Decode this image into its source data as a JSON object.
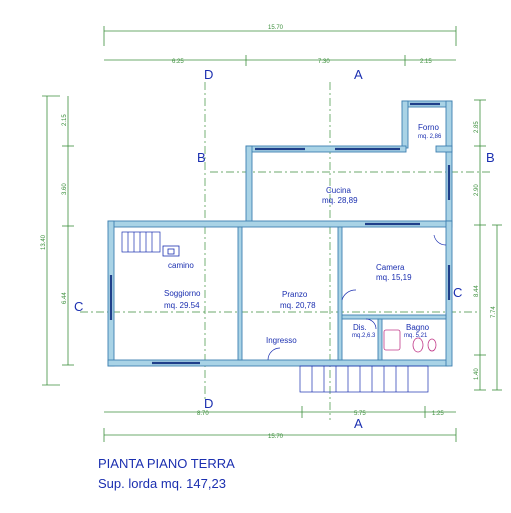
{
  "dimensions": {
    "top_total": "15.70",
    "top_left": "6.25",
    "top_mid": "7.30",
    "top_right": "2.15",
    "bottom_left": "8.70",
    "bottom_mid": "5.75",
    "bottom_right": "1.25",
    "bottom_total": "15.70",
    "left_total": "13.40",
    "left_top": "2.15",
    "left_mid": "3.60",
    "left_bottom": "6.44",
    "right_top": "2.85",
    "right_mid": "2.90",
    "right_low": "8.44",
    "right_low2": "7.74",
    "right_bottom": "1.40"
  },
  "rooms": {
    "forno_name": "Forno",
    "forno_area": "mq. 2,86",
    "cucina_name": "Cucina",
    "cucina_area": "mq. 28,89",
    "camera_name": "Camera",
    "camera_area": "mq. 15,19",
    "soggiorno_name": "Soggiorno",
    "soggiorno_area": "mq. 29.54",
    "pranzo_name": "Pranzo",
    "pranzo_area": "mq. 20,78",
    "ingresso_name": "Ingresso",
    "dis_name": "Dis.",
    "dis_area": "mq.2,6.3",
    "bagno_name": "Bagno",
    "bagno_area": "mq. 5,21",
    "camino_label": "camino"
  },
  "sections": {
    "a": "A",
    "b": "B",
    "c": "C",
    "d": "D"
  },
  "caption": {
    "title": "PIANTA PIANO TERRA",
    "subtitle": "Sup. lorda mq. 147,23"
  },
  "colors": {
    "wall_fill": "#a9d3e6",
    "wall_stroke": "#3d7fb0",
    "dimension": "#3c8f3c",
    "label": "#1b2fb0"
  }
}
